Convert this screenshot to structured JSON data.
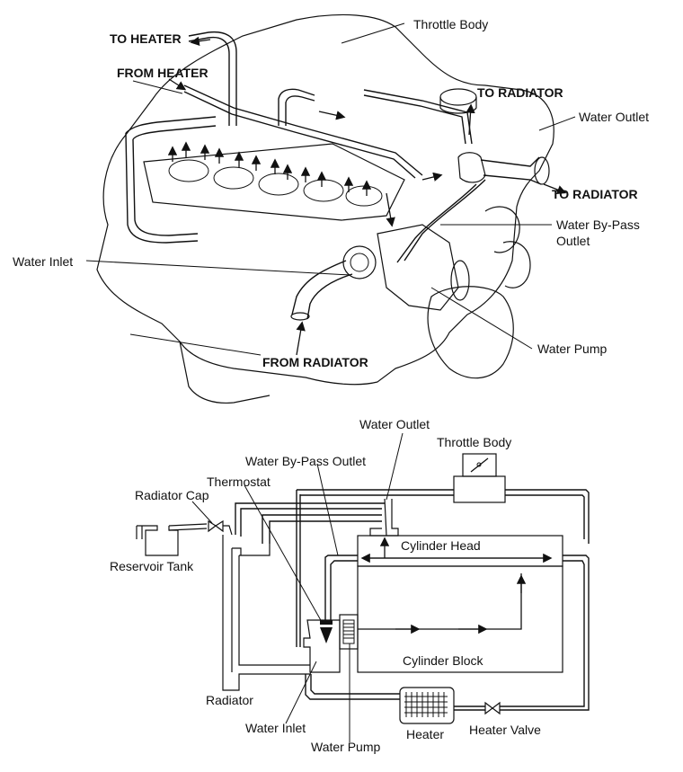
{
  "top_diagram": {
    "labels": {
      "to_heater": "TO HEATER",
      "from_heater": "FROM HEATER",
      "throttle_body": "Throttle Body",
      "to_radiator_top": "TO RADIATOR",
      "water_outlet": "Water Outlet",
      "to_radiator_right": "TO RADIATOR",
      "water_bypass_outlet_line1": "Water By-Pass",
      "water_bypass_outlet_line2": "Outlet",
      "water_inlet": "Water Inlet",
      "from_radiator": "FROM RADIATOR",
      "water_pump": "Water Pump"
    }
  },
  "bottom_diagram": {
    "labels": {
      "water_outlet": "Water Outlet",
      "throttle_body": "Throttle Body",
      "water_bypass_outlet": "Water By-Pass Outlet",
      "thermostat": "Thermostat",
      "radiator_cap": "Radiator Cap",
      "reservoir_tank": "Reservoir Tank",
      "cylinder_head": "Cylinder Head",
      "cylinder_block": "Cylinder Block",
      "radiator": "Radiator",
      "water_inlet": "Water Inlet",
      "water_pump": "Water Pump",
      "heater": "Heater",
      "heater_valve": "Heater Valve"
    }
  }
}
